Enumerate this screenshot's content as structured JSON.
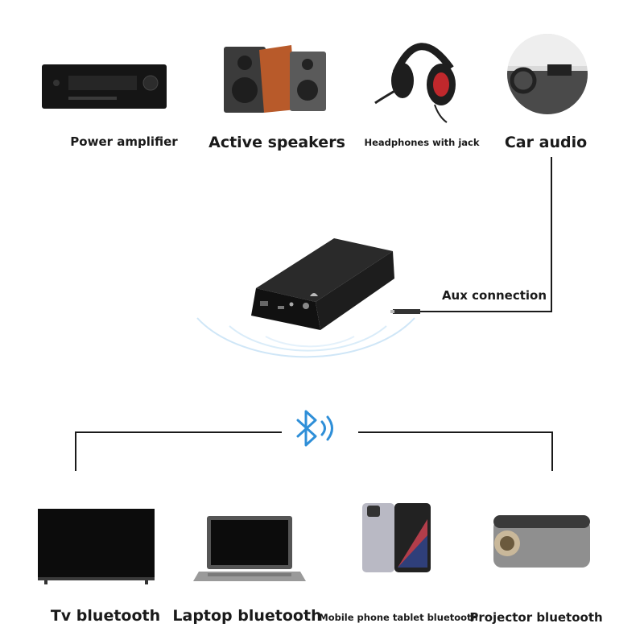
{
  "top_devices": [
    {
      "label": "Power amplifier"
    },
    {
      "label": "Active speakers"
    },
    {
      "label": "Headphones with jack"
    },
    {
      "label": "Car audio"
    }
  ],
  "aux_label": "Aux connection",
  "bottom_devices": [
    {
      "label": "Tv bluetooth"
    },
    {
      "label": "Laptop bluetooth"
    },
    {
      "label": "Mobile phone tablet bluetooth"
    },
    {
      "label": "Projector bluetooth"
    }
  ],
  "colors": {
    "line": "#1a1a1a",
    "bluetooth": "#2f8fd8",
    "wave": "#cfe6f7",
    "device_body": "#151515"
  }
}
